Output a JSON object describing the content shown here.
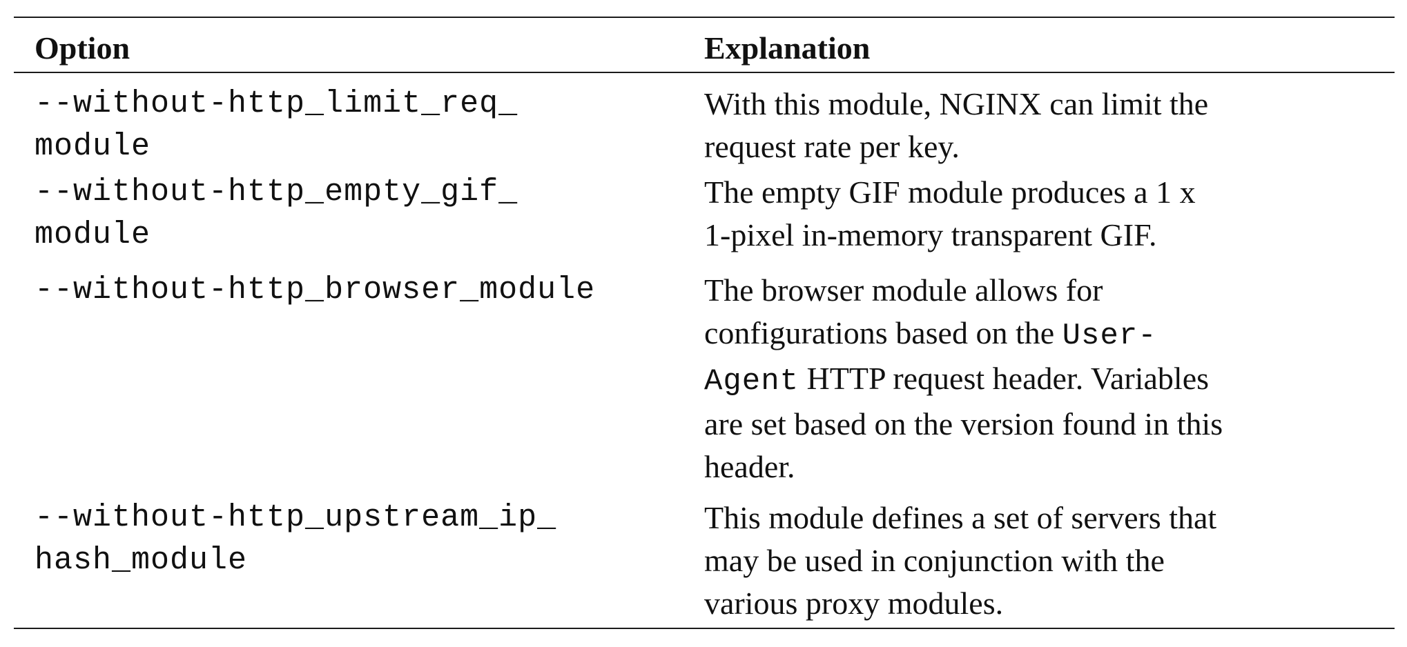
{
  "table": {
    "headers": {
      "option": "Option",
      "explanation": "Explanation"
    },
    "rows": [
      {
        "option": "--without-http_limit_req_\nmodule",
        "explanation": "With this module, NGINX can limit the\nrequest rate per key."
      },
      {
        "option": "--without-http_empty_gif_\nmodule",
        "explanation": "The empty GIF module produces a 1 x\n1-pixel in-memory transparent GIF."
      },
      {
        "option": "--without-http_browser_module",
        "explanation_part1": "The browser module allows for\nconfigurations based on the ",
        "explanation_code": "User-\nAgent",
        "explanation_part2": " HTTP request header. Variables\nare set based on the version found in this\nheader."
      },
      {
        "option": "--without-http_upstream_ip_\nhash_module",
        "explanation": "This module defines a set of servers that\nmay be used in conjunction with the\nvarious proxy modules."
      }
    ]
  }
}
